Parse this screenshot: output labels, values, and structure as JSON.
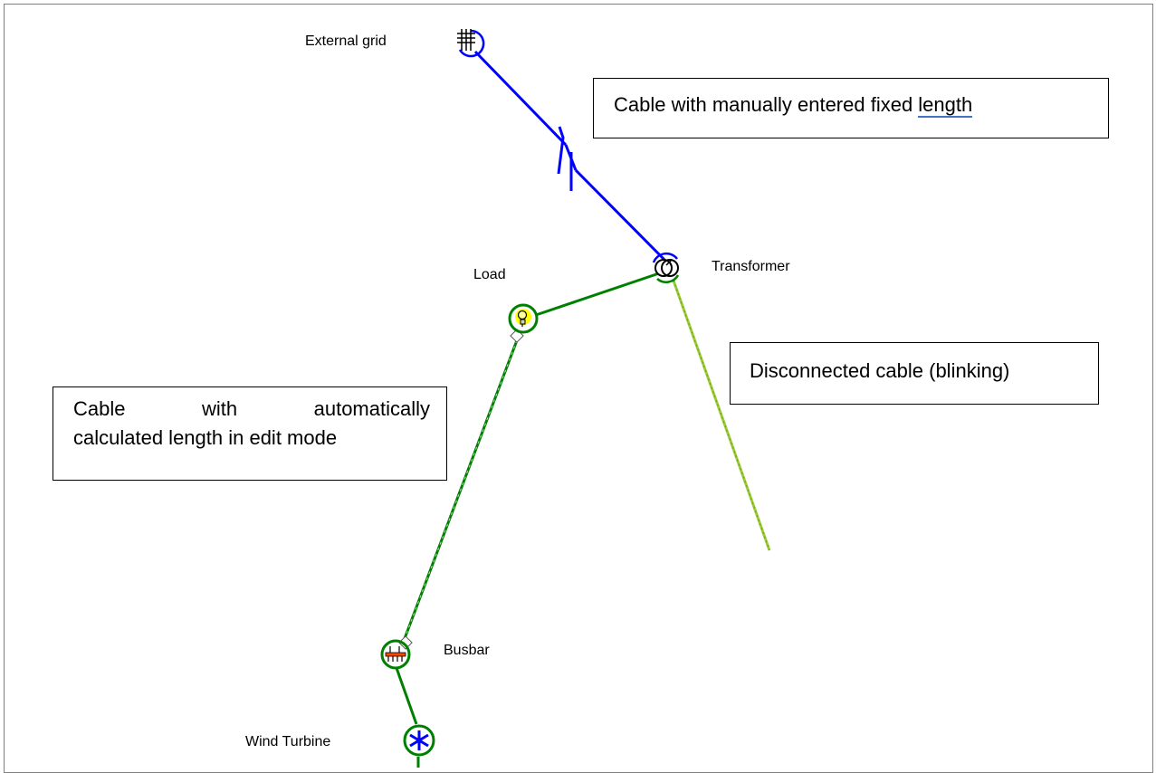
{
  "diagram": {
    "nodes": {
      "external_grid": {
        "label": "External grid",
        "icon": "grid-icon"
      },
      "transformer": {
        "label": "Transformer",
        "icon": "transformer-icon"
      },
      "load": {
        "label": "Load",
        "icon": "bulb-icon"
      },
      "busbar": {
        "label": "Busbar",
        "icon": "busbar-icon"
      },
      "wind_turbine": {
        "label": "Wind Turbine",
        "icon": "turbine-icon"
      }
    },
    "callouts": {
      "fixed_length": {
        "text_before": "Cable with manually entered fixed ",
        "text_underlined": "length"
      },
      "disconnected": {
        "text": "Disconnected cable (blinking)"
      },
      "auto_length": {
        "line1_words": [
          "Cable",
          "with",
          "automatically"
        ],
        "line2": "calculated length in edit mode"
      }
    },
    "colors": {
      "hv_cable": "#0000ff",
      "mv_cable": "#008000",
      "disconnected_cable": "#9acd32",
      "bulb": "#ffff00",
      "busbar_bar": "#ff4500",
      "frame": "#808080"
    }
  }
}
